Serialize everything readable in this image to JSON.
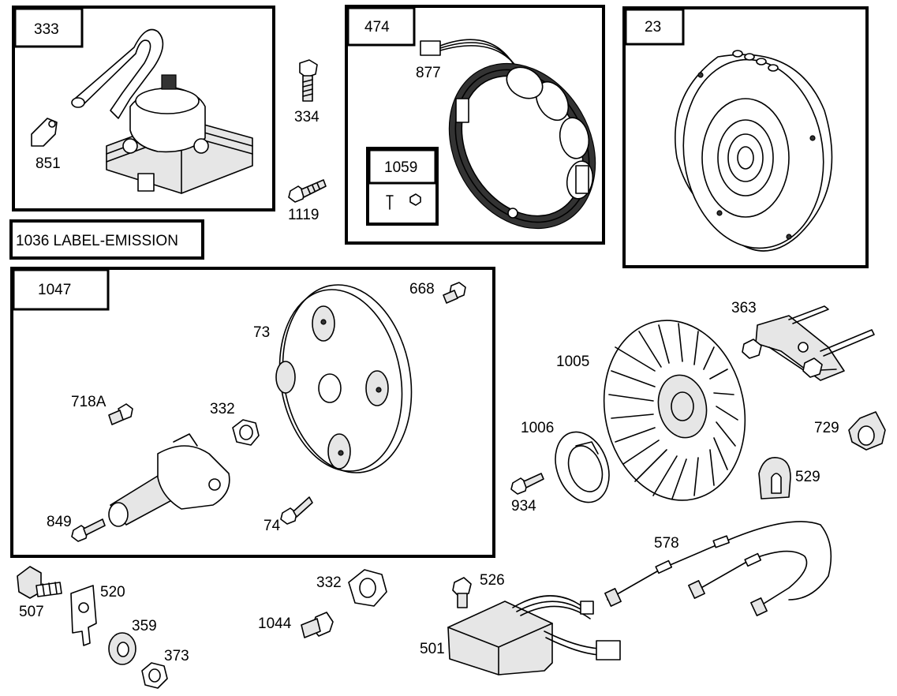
{
  "boxes": {
    "b333": "333",
    "b474": "474",
    "b23": "23",
    "b1059": "1059",
    "b1047": "1047",
    "emission": "1036 LABEL-EMISSION"
  },
  "labels": {
    "p851": "851",
    "p334": "334",
    "p1119": "1119",
    "p877": "877",
    "p668": "668",
    "p73": "73",
    "p718A": "718A",
    "p332a": "332",
    "p849": "849",
    "p74": "74",
    "p363": "363",
    "p1005": "1005",
    "p1006": "1006",
    "p729": "729",
    "p934": "934",
    "p529": "529",
    "p578": "578",
    "p507": "507",
    "p520": "520",
    "p359": "359",
    "p373": "373",
    "p332b": "332",
    "p1044": "1044",
    "p526": "526",
    "p501": "501"
  }
}
